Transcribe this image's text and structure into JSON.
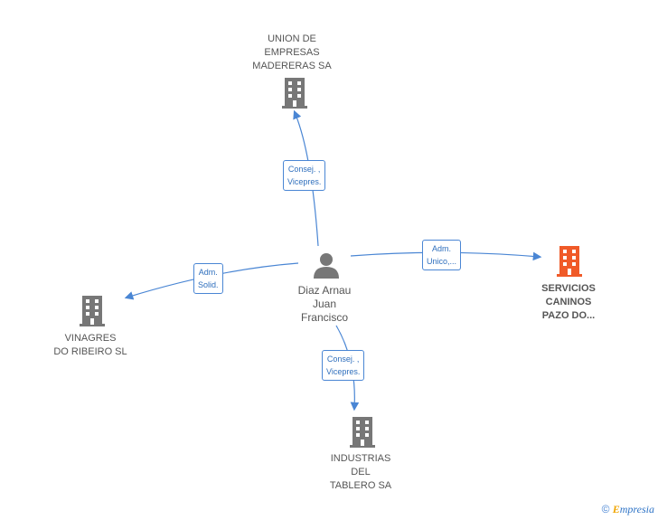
{
  "colors": {
    "edge": "#4a86d4",
    "company_icon": "#777777",
    "highlight_icon": "#f05a28",
    "person_icon": "#777777"
  },
  "center": {
    "name": "Diaz Arnau Juan Francisco",
    "lines": [
      "Diaz Arnau",
      "Juan",
      "Francisco"
    ],
    "icon": "person-icon"
  },
  "nodes": [
    {
      "id": "union",
      "lines": [
        "UNION DE",
        "EMPRESAS",
        "MADERERAS SA"
      ],
      "icon": "building-icon",
      "highlight": false
    },
    {
      "id": "servicios",
      "lines": [
        "SERVICIOS",
        "CANINOS",
        "PAZO DO..."
      ],
      "icon": "building-icon",
      "highlight": true
    },
    {
      "id": "vinagres",
      "lines": [
        "VINAGRES",
        "DO RIBEIRO  SL"
      ],
      "icon": "building-icon",
      "highlight": false
    },
    {
      "id": "industrias",
      "lines": [
        "INDUSTRIAS",
        "DEL",
        "TABLERO SA"
      ],
      "icon": "building-icon",
      "highlight": false
    }
  ],
  "edges": [
    {
      "to": "union",
      "lines": [
        "Consej. ,",
        "Vicepres."
      ]
    },
    {
      "to": "servicios",
      "lines": [
        "Adm.",
        "Unico,..."
      ]
    },
    {
      "to": "vinagres",
      "lines": [
        "Adm.",
        "Solid."
      ]
    },
    {
      "to": "industrias",
      "lines": [
        "Consej. ,",
        "Vicepres."
      ]
    }
  ],
  "footer": {
    "copyright": "©",
    "brand_first": "E",
    "brand_rest": "mpresia"
  }
}
